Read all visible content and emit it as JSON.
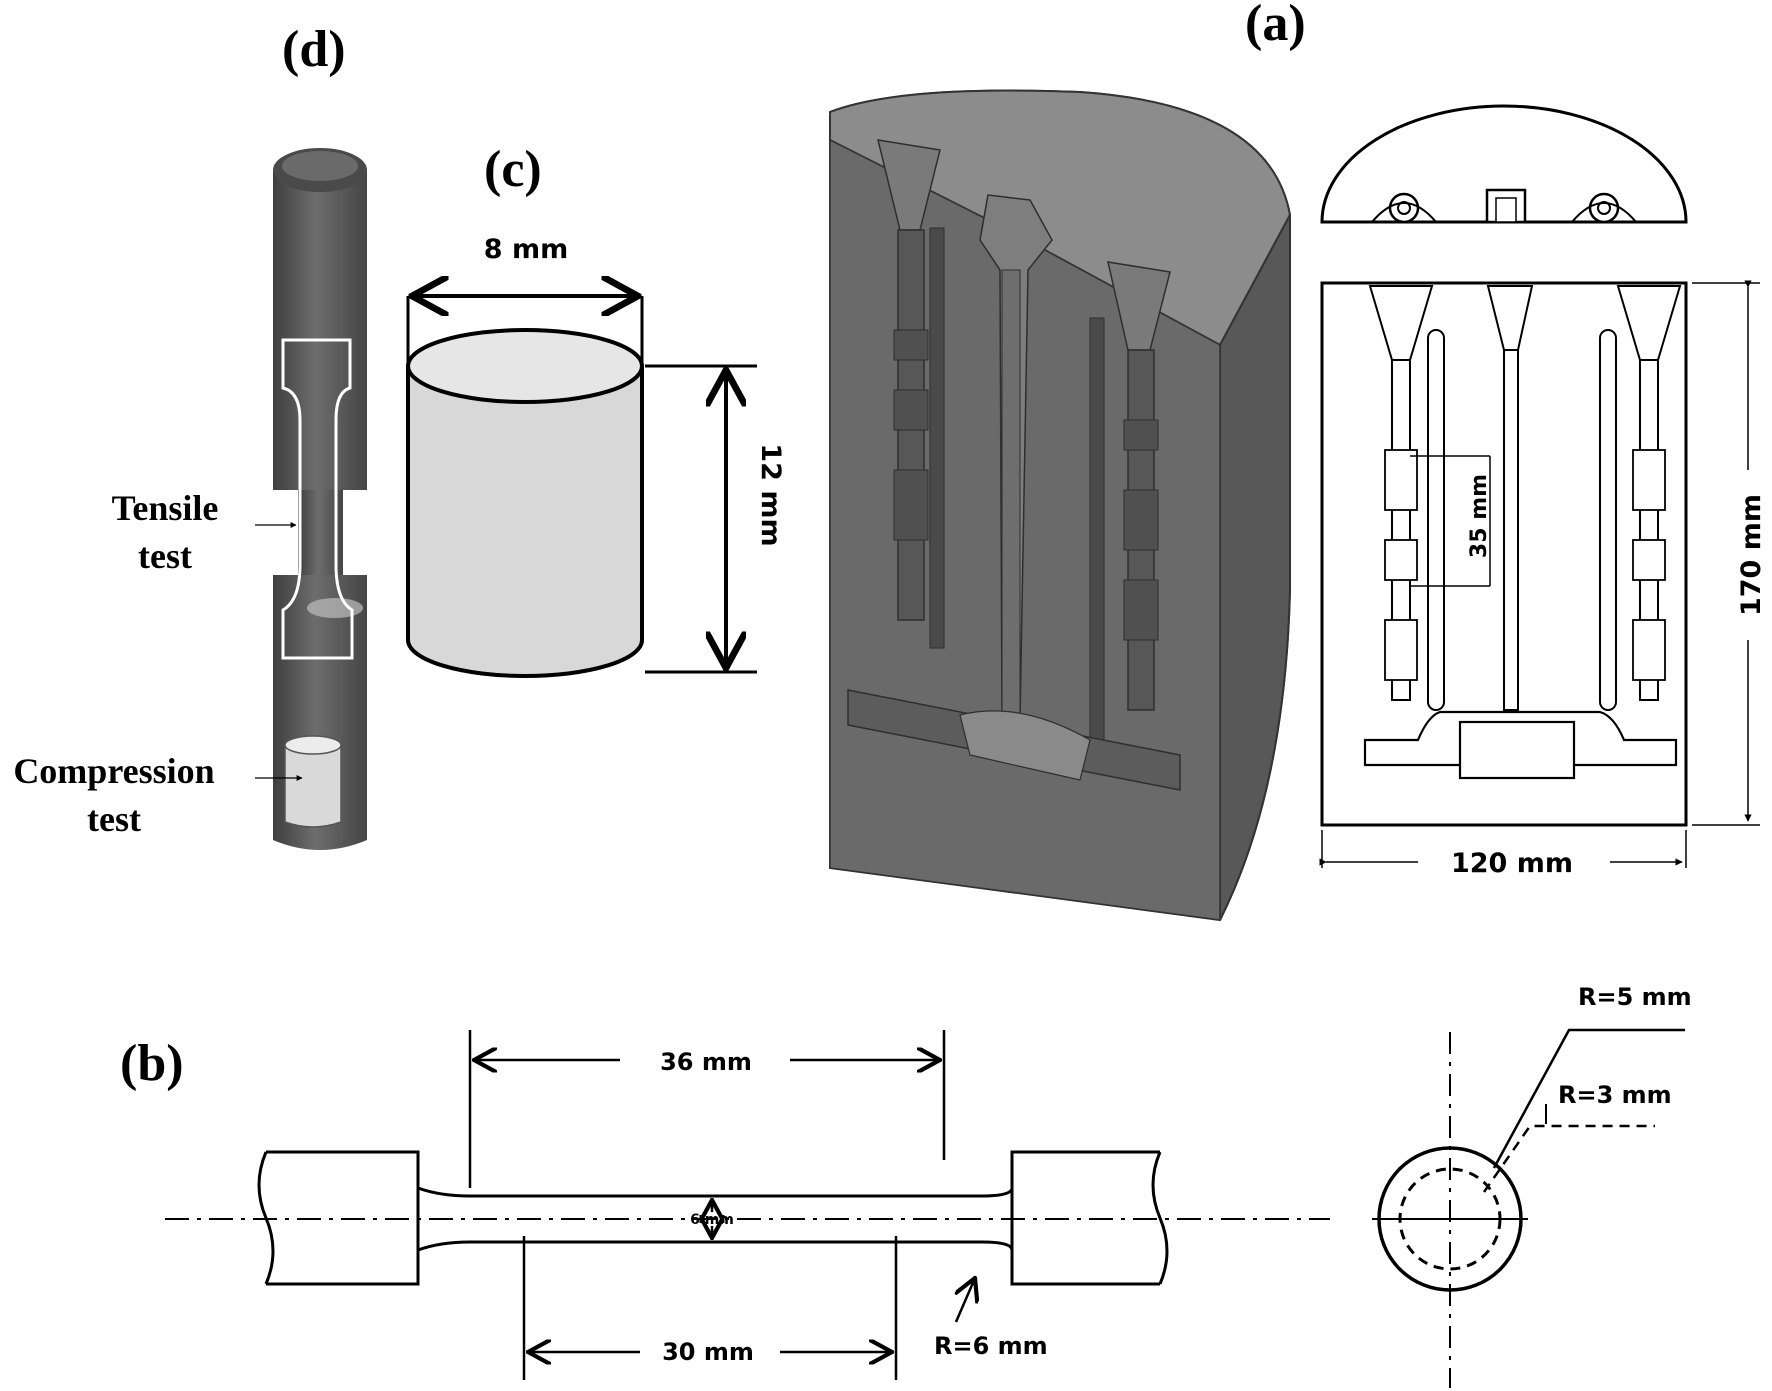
{
  "panels": {
    "a": {
      "label": "(a)",
      "dims": {
        "height": "170 mm",
        "width": "120 mm",
        "spacing": "35 mm"
      }
    },
    "b": {
      "label": "(b)",
      "dims": {
        "overall_reduced": "36 mm",
        "gauge_length": "30 mm",
        "diameter": "6 mm",
        "fillet_radius": "R=6 mm",
        "outer_radius": "R=5 mm",
        "inner_radius": "R=3 mm"
      }
    },
    "c": {
      "label": "(c)",
      "dims": {
        "diameter": "8 mm",
        "height": "12 mm"
      }
    },
    "d": {
      "label": "(d)",
      "tensile_caption": [
        "Tensile",
        "test"
      ],
      "compression_caption": [
        "Compression",
        "test"
      ]
    }
  },
  "colors": {
    "mold_dark": "#5e5e5e",
    "mold_top": "#8a8a8a",
    "specimen_fill": "#d8d8d8",
    "outline": "#000000"
  }
}
